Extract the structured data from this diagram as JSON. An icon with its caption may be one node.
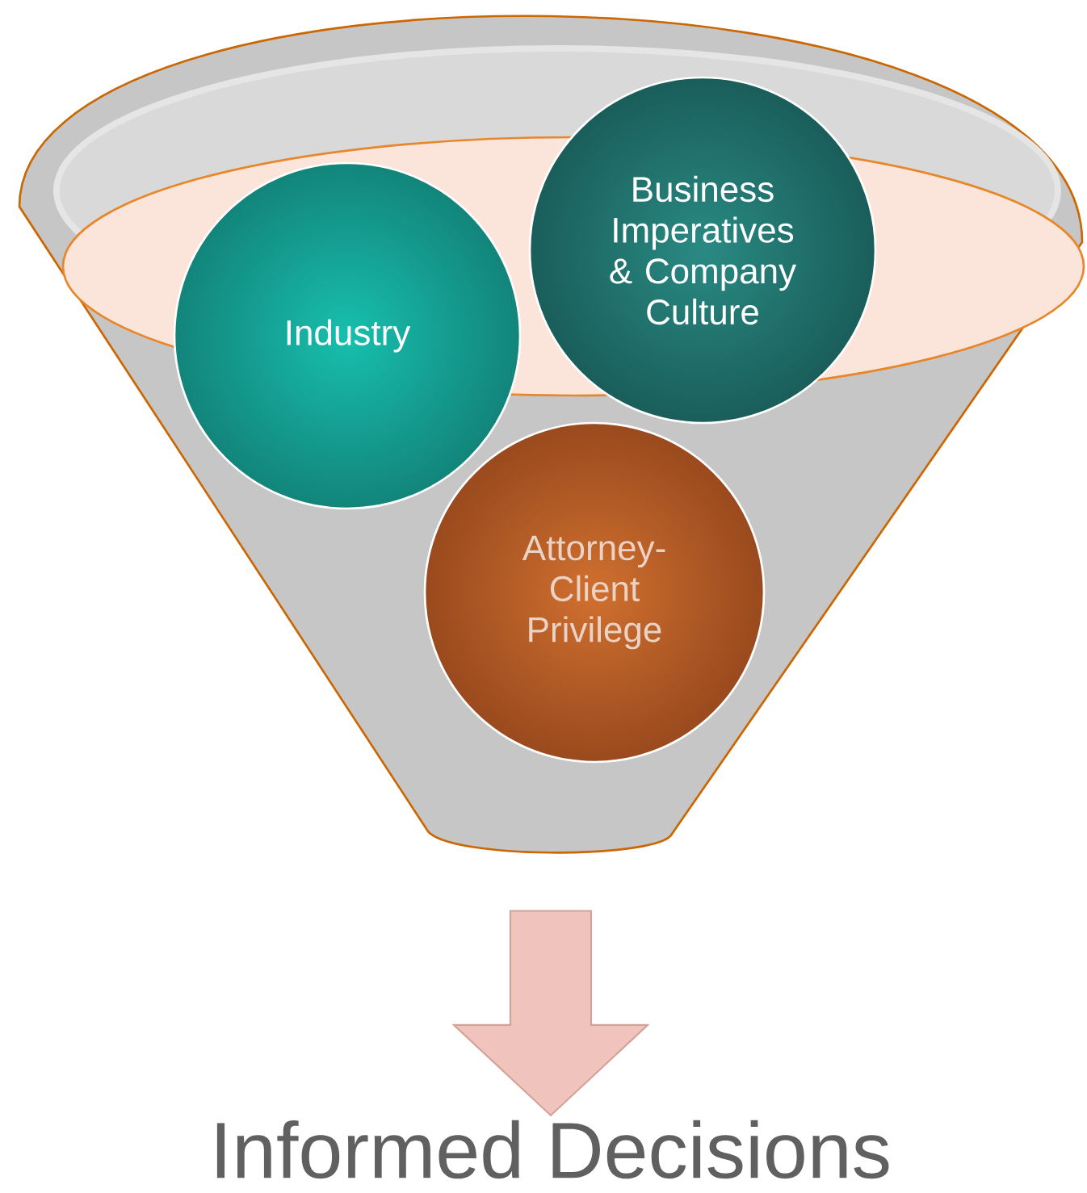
{
  "diagram": {
    "nodes": [
      {
        "text": [],
        "shape": "funnel"
      },
      {
        "text": [
          "Industry"
        ],
        "in": 0
      },
      {
        "text": [
          "Business Imperatives & Company Culture"
        ],
        "in": 0
      },
      {
        "text": [
          "Attorney-Client Privilege"
        ],
        "in": 0
      },
      {
        "text": [
          "Informed Decisions"
        ]
      }
    ],
    "edges": [
      {
        "from": 0,
        "to": 4,
        "arrow": "to"
      }
    ]
  }
}
